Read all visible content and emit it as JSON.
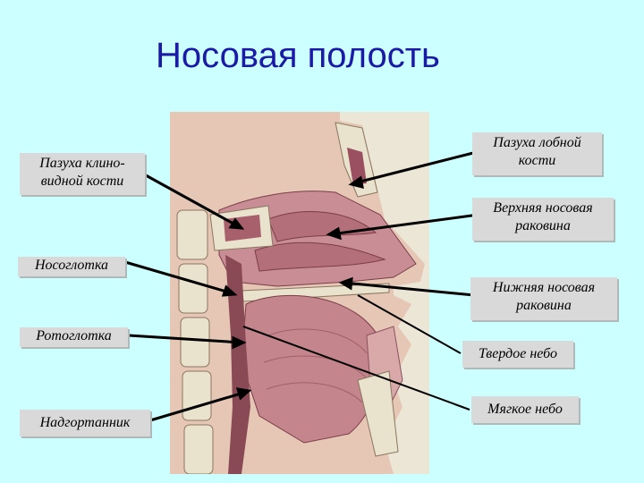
{
  "slide": {
    "title": "Носовая полость"
  },
  "labels": {
    "sphenoid_sinus_line1": "Пазуха клино-",
    "sphenoid_sinus_line2": "видной кости",
    "nasopharynx": "Носоглотка",
    "oropharynx": "Ротоглотка",
    "epiglottis": "Надгортанник",
    "frontal_sinus_line1": "Пазуха лобной",
    "frontal_sinus_line2": "кости",
    "superior_concha_line1": "Верхняя носовая",
    "superior_concha_line2": "раковина",
    "inferior_concha_line1": "Нижняя носовая",
    "inferior_concha_line2": "раковина",
    "hard_palate": "Твердое небо",
    "soft_palate": "Мягкое небо"
  },
  "colors": {
    "background": "#ccffff",
    "title": "#1a1aa6",
    "label_bg": "#d9d9d9",
    "tissue": "#c98e95",
    "bone": "#e9e2cc",
    "dark_tissue": "#8a4a55"
  }
}
